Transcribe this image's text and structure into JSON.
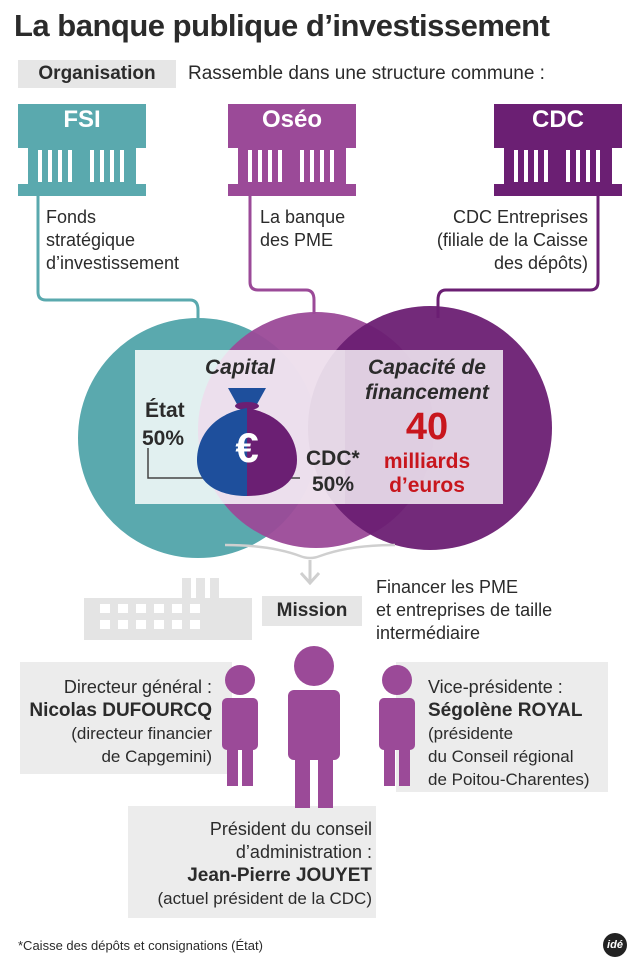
{
  "title": "La banque publique d’investissement",
  "organisation": {
    "tag": "Organisation",
    "description": "Rassemble dans une structure commune :"
  },
  "entities": [
    {
      "label": "FSI",
      "desc": [
        "Fonds",
        "stratégique",
        "d’investissement"
      ],
      "color": "#5aa9ae"
    },
    {
      "label": "Oséo",
      "desc": [
        "La banque",
        "des PME"
      ],
      "color": "#9b4a98"
    },
    {
      "label": "CDC",
      "desc": [
        "CDC Entreprises",
        "(filiale de la Caisse",
        "des dépôts)"
      ],
      "color": "#6b1f73"
    }
  ],
  "capital": {
    "title": "Capital",
    "etat_label": "État",
    "etat_pct": "50%",
    "cdc_label": "CDC*",
    "cdc_pct": "50%",
    "bag_symbol": "€"
  },
  "capacity": {
    "title_line1": "Capacité de",
    "title_line2": "financement",
    "amount": "40",
    "unit_line1": "milliards",
    "unit_line2": "d’euros"
  },
  "mission": {
    "tag": "Mission",
    "desc": [
      "Financer les PME",
      "et entreprises de taille",
      "intermédiaire"
    ]
  },
  "people": {
    "dg": {
      "role": "Directeur général :",
      "name": "Nicolas DUFOURCQ",
      "note": [
        "(directeur financier",
        "de Capgemini)"
      ]
    },
    "vp": {
      "role": "Vice-présidente :",
      "name": "Ségolène ROYAL",
      "note": [
        "(présidente",
        "du Conseil régional",
        "de Poitou-Charentes)"
      ]
    },
    "president": {
      "role": [
        "Président du conseil",
        "d’administration :"
      ],
      "name": "Jean-Pierre JOUYET",
      "note": "(actuel président de la CDC)"
    }
  },
  "footnote": "*Caisse des dépôts et consignations (État)",
  "logo": "idé"
}
